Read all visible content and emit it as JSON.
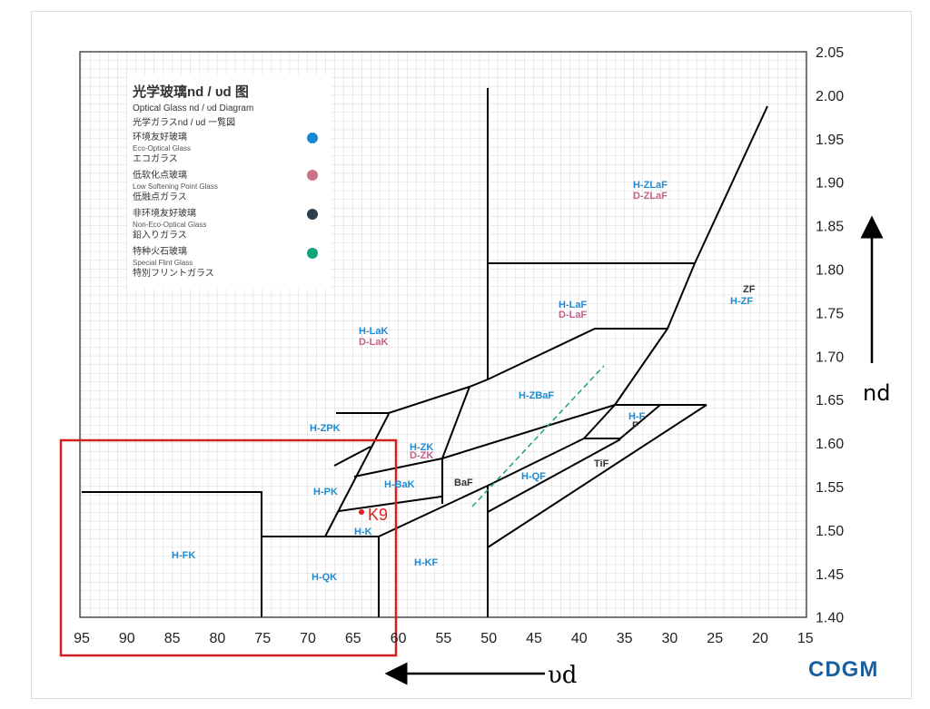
{
  "legend": {
    "title_cn": "光学玻璃nd / υd 图",
    "title_en": "Optical Glass nd / υd Diagram",
    "title_jp": "光学ガラスnd / υd 一覧図",
    "items": [
      {
        "cn": "环境友好玻璃",
        "en": "Eco-Optical Glass",
        "jp": "エコガラス",
        "color": "#1a86d6"
      },
      {
        "cn": "低软化点玻璃",
        "en": "Low Softening Point  Glass",
        "jp": "低融点ガラス",
        "color": "#c97486"
      },
      {
        "cn": "非环境友好玻璃",
        "en": "Non-Eco-Optical Glass",
        "jp": "鉛入りガラス",
        "color": "#2b3f50"
      },
      {
        "cn": "特种火石玻璃",
        "en": "Special Flint Glass",
        "jp": "特別フリントガラス",
        "color": "#14a37a"
      }
    ]
  },
  "x_axis": {
    "label": "υd",
    "ticks": [
      "95",
      "90",
      "85",
      "80",
      "75",
      "70",
      "65",
      "60",
      "55",
      "50",
      "45",
      "40",
      "35",
      "30",
      "25",
      "20",
      "15"
    ]
  },
  "y_axis": {
    "label": "nd",
    "ticks": [
      "2.05",
      "2.00",
      "1.95",
      "1.90",
      "1.85",
      "1.80",
      "1.75",
      "1.70",
      "1.65",
      "1.60",
      "1.55",
      "1.50",
      "1.45",
      "1.40"
    ]
  },
  "regions": {
    "hzlaf": "H-ZLaF",
    "dzlaf": "D-ZLaF",
    "zf": "ZF",
    "hzf": "H-ZF",
    "hlaf": "H-LaF",
    "dlaf": "D-LaF",
    "hlak": "H-LaK",
    "dlak": "D-LaK",
    "hzbaf": "H-ZBaF",
    "hzpk": "H-ZPK",
    "hf": "H-F",
    "f": "F",
    "hzk": "H-ZK",
    "dzk": "D-ZK",
    "tif": "TiF",
    "hpk": "H-PK",
    "hbak": "H-BaK",
    "baf": "BaF",
    "hqf": "H-QF",
    "hk": "H-K",
    "hfk": "H-FK",
    "hkf": "H-KF",
    "hqk": "H-QK"
  },
  "highlight": {
    "glass": "K9",
    "color": "#e02020"
  },
  "brand": "CDGM"
}
